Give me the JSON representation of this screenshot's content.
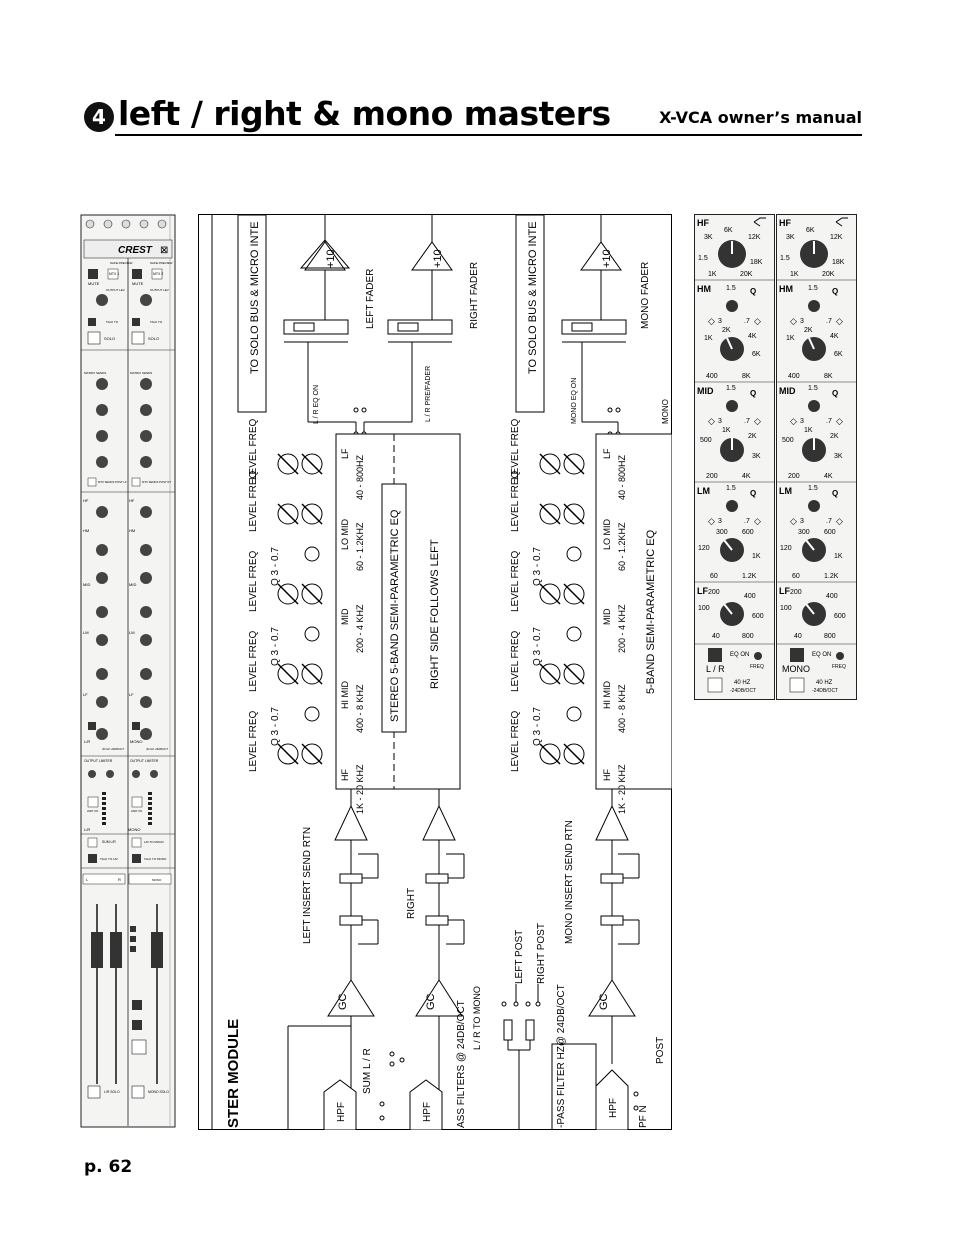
{
  "header": {
    "chapter": "4",
    "title": "left / right & mono masters",
    "manual": "X-VCA owner’s manual"
  },
  "footer": {
    "page": "p. 62"
  },
  "strip": {
    "brand": "CREST",
    "aux_labels": [
      "SAFE PREVIEW",
      "SAFE PREVIEW"
    ],
    "mtx": [
      "MTX 1",
      "MTX 2"
    ],
    "mute": "MUTE",
    "output_lev": "OUTPUT LEV",
    "talk_to": "TALK TO",
    "solo": "SOLO",
    "matrix_sends": "MATRIX SENDS",
    "mtx_sends_post": [
      "MTX SENDS POST LF",
      "MTX SENDS POST RT"
    ],
    "eq_bands": [
      "HF",
      "HM",
      "MID",
      "LM",
      "LF"
    ],
    "q": "Q",
    "eq_on": "EQ ON",
    "freq": "FREQ",
    "hpf": "/40 HZ -24DB/OCT",
    "output_limiter": "OUTPUT LIMITER",
    "limit_on": "LIMIT ON",
    "sum_lr": "SUM L/R",
    "lr_to_mono": "L/R TO MONO",
    "talk_to_lr": "TALK TO L/R",
    "talk_to_mono": "TALK TO MONO",
    "l": "L",
    "r": "R",
    "mono": "MONO",
    "lr": "L/R",
    "lr_solo": "L/R SOLO",
    "mono_solo": "MONO SOLO"
  },
  "diagram": {
    "section_title": "STER MODULE",
    "to_solo": "TO SOLO BUS & MICRO INTE",
    "plus10": "+10",
    "faders": [
      "LEFT FADER",
      "RIGHT FADER",
      "MONO FADER"
    ],
    "lr_eq_on": "L / R EQ ON",
    "lr_prefader": "L / R PRE/FADER",
    "mono_eq_on": "MONO EQ ON",
    "mono": "MONO",
    "level_freq": "LEVEL FREQ",
    "q_range": "Q 3 - 0.7",
    "bands": [
      {
        "name": "HF",
        "range": "1K - 20 KHZ"
      },
      {
        "name": "HI MID",
        "range": "400 - 8 KHZ"
      },
      {
        "name": "MID",
        "range": "200 - 4 KHZ"
      },
      {
        "name": "LO MID",
        "range": "60 - 1.2KHZ"
      },
      {
        "name": "LF",
        "range": "40 - 800HZ"
      }
    ],
    "stereo_eq": "STEREO 5-BAND SEMI-PARAMETRIC EQ",
    "right_follows": "RIGHT SIDE FOLLOWS LEFT",
    "mono_eq": "5-BAND SEMI-PARAMETRIC EQ",
    "left_insert": "LEFT INSERT SEND RTN",
    "right": "RIGHT",
    "mono_insert": "MONO INSERT SEND RTN",
    "left_post": "LEFT POST",
    "right_post": "RIGHT POST",
    "lr_to_mono": "L / R TO MONO",
    "gc": "GC",
    "hpf": "HPF",
    "sum_lr": "SUM L / R",
    "pass_filters": "ASS FILTERS @ 24DB/OCT",
    "pass_filter": "-PASS FILTER HZ@ 24DB/OCT",
    "post": "POST",
    "pf_n": "PF N"
  },
  "zoom": {
    "cols": [
      {
        "hf": [
          "6K",
          "3K",
          "12K",
          "1.5",
          "18K",
          "1K",
          "20K"
        ],
        "hm": [
          "1.5",
          "2K",
          "1K",
          "4K",
          "6K",
          "400",
          "8K"
        ],
        "mid": [
          "1.5",
          "1K",
          "500",
          "2K",
          "3K",
          "200",
          "4K"
        ],
        "lm": [
          "1.5",
          "300",
          "600",
          "120",
          "1K",
          "60",
          "1.2K"
        ],
        "lf": [
          "200",
          "400",
          "100",
          "600",
          "40",
          "800"
        ],
        "bottom": "L / R"
      },
      {
        "hf": [
          "6K",
          "3K",
          "12K",
          "1.5",
          "18K",
          "1K",
          "20K"
        ],
        "hm": [
          "1.5",
          "2K",
          "1K",
          "4K",
          "6K",
          "400",
          "8K"
        ],
        "mid": [
          "1.5",
          "1K",
          "500",
          "2K",
          "3K",
          "200",
          "4K"
        ],
        "lm": [
          "1.5",
          "300",
          "600",
          "120",
          "1K",
          "60",
          "1.2K"
        ],
        "lf": [
          "200",
          "400",
          "100",
          "600",
          "40",
          "800"
        ],
        "bottom": "MONO"
      }
    ],
    "bands": [
      "HF",
      "HM",
      "MID",
      "LM",
      "LF"
    ],
    "q": "Q",
    "q_marks": [
      "3",
      ".7"
    ],
    "eq_on": "EQ ON",
    "freq": "FREQ",
    "hpf": "40 HZ",
    "slope": "-24DB/OCT"
  }
}
